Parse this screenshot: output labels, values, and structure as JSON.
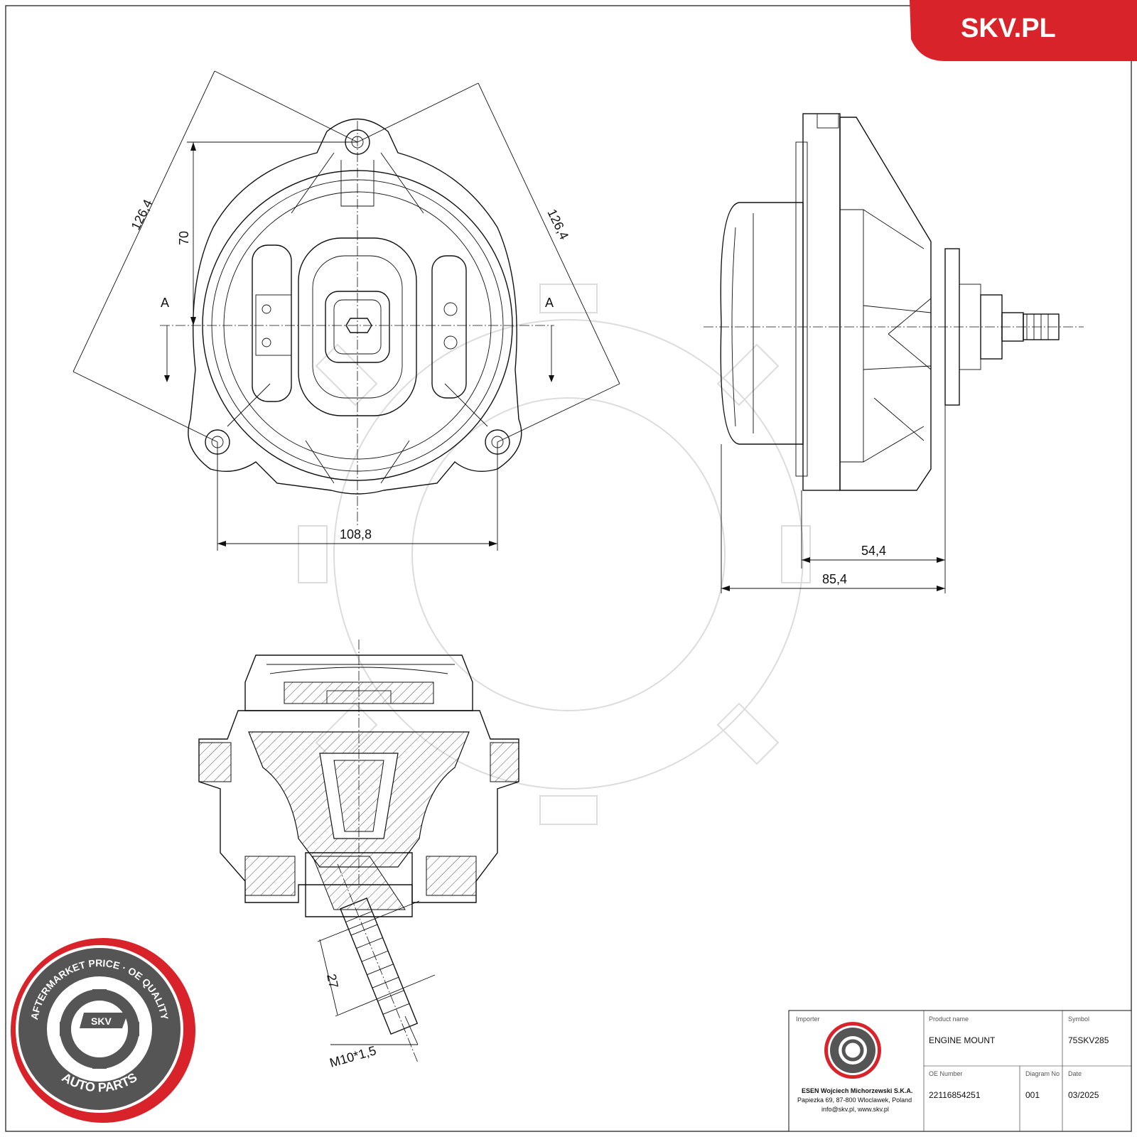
{
  "brand": {
    "site": "SKV.PL",
    "accent_color": "#d8232a"
  },
  "views": {
    "front": {
      "dim_side_left": "126,4",
      "dim_side_right": "126,4",
      "dim_height": "70",
      "dim_width": "108,8",
      "section_mark_left": "A",
      "section_mark_right": "A"
    },
    "side": {
      "dim_body": "54,4",
      "dim_overall": "85,4"
    },
    "section": {
      "dim_thread_length": "27",
      "thread": "M10*1,5"
    }
  },
  "seal": {
    "ring_text": "AFTERMARKET PRICE · OE QUALITY",
    "center_text": "SKV",
    "bottom_text": "AUTO PARTS"
  },
  "title_block": {
    "importer_label": "Importer",
    "importer_name": "ESEN Wojciech Michorzewski S.K.A.",
    "importer_address": "Papiezka 69, 87-800 Wloclawek, Poland",
    "importer_contact": "info@skv.pl, www.skv.pl",
    "product_name_label": "Product name",
    "product_name": "ENGINE MOUNT",
    "symbol_label": "Symbol",
    "symbol": "75SKV285",
    "oe_number_label": "OE Number",
    "oe_number": "22116854251",
    "diagram_no_label": "Diagram No",
    "diagram_no": "001",
    "date_label": "Date",
    "date": "03/2025"
  }
}
